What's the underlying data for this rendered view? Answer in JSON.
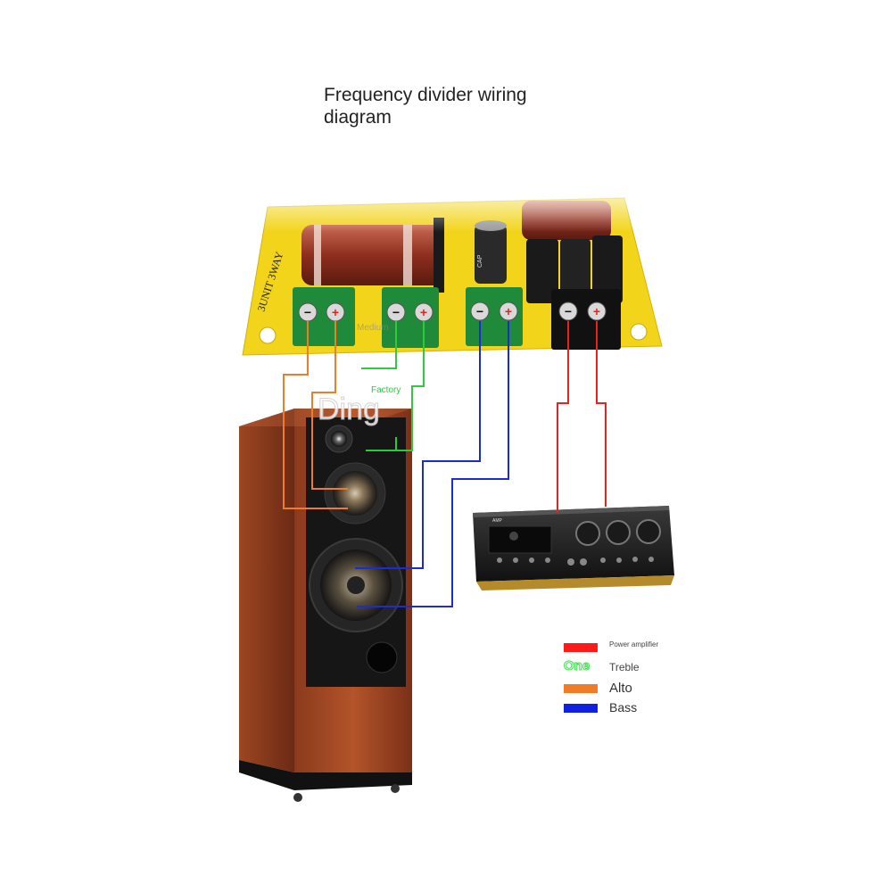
{
  "diagram": {
    "title": "Frequency divider wiring diagram",
    "board": {
      "silkscreen": "3UNIT 3WAY",
      "terminal_marks": [
        "−",
        "+",
        "−",
        "+",
        "−",
        "+",
        "−",
        "+"
      ],
      "watermark_mid": "Medium"
    },
    "overlay_text": {
      "factory": "Factory",
      "ding": "Ding"
    },
    "wire_colors": {
      "power": "#e52421",
      "treble": "#2ec93d",
      "alto": "#f07c28",
      "bass": "#1c2bd6"
    },
    "legend": {
      "items": [
        {
          "key": "power",
          "label": "Power amplifier",
          "color": "#ff1a1a",
          "swatch_text": ""
        },
        {
          "key": "treble",
          "label": "Treble",
          "color": "#3be64a",
          "swatch_text": "One"
        },
        {
          "key": "alto",
          "label": "Alto",
          "color": "#f07c28",
          "swatch_text": ""
        },
        {
          "key": "bass",
          "label": "Bass",
          "color": "#1020e0",
          "swatch_text": ""
        }
      ]
    }
  }
}
